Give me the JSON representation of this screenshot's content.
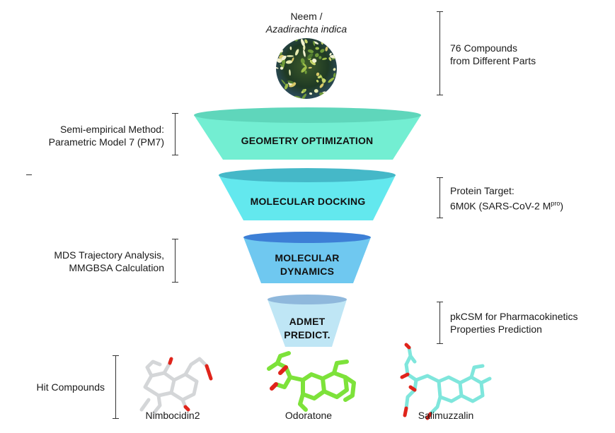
{
  "source": {
    "line1": "Neem /",
    "line2": "Azadirachta indica"
  },
  "annotations": {
    "compounds": {
      "line1": "76 Compounds",
      "line2": "from Different Parts"
    },
    "semi_empirical": {
      "line1": "Semi-empirical Method:",
      "line2": "Parametric Model 7 (PM7)"
    },
    "protein_target": {
      "line1": "Protein Target:",
      "line2_prefix": "6M0K (SARS-CoV-2 M",
      "line2_sup": "pro",
      "line2_suffix": ")"
    },
    "mds": {
      "line1": "MDS Trajectory Analysis,",
      "line2": "MMGBSA Calculation"
    },
    "pkcsm": {
      "line1": "pkCSM for Pharmacokinetics",
      "line2": "Properties Prediction"
    },
    "hits": "Hit Compounds"
  },
  "funnel": [
    {
      "line1": "GEOMETRY OPTIMIZATION",
      "line2": "",
      "color": "#73eed2",
      "rim": "#5fd6bb"
    },
    {
      "line1": "MOLECULAR DOCKING",
      "line2": "",
      "color": "#63e8ee",
      "rim": "#45b8c8"
    },
    {
      "line1": "MOLECULAR",
      "line2": "DYNAMICS",
      "color": "#6fc8f0",
      "rim": "#3d7fd6"
    },
    {
      "line1": "ADMET",
      "line2": "PREDICT.",
      "color": "#bfe6f5",
      "rim": "#8fb8dc"
    }
  ],
  "hit_compounds": [
    {
      "name": "Nimbocidin2",
      "color": "#d4d6d8"
    },
    {
      "name": "Odoratone",
      "color": "#7de23a"
    },
    {
      "name": "Salimuzzalin",
      "color": "#7fe6dc"
    }
  ]
}
